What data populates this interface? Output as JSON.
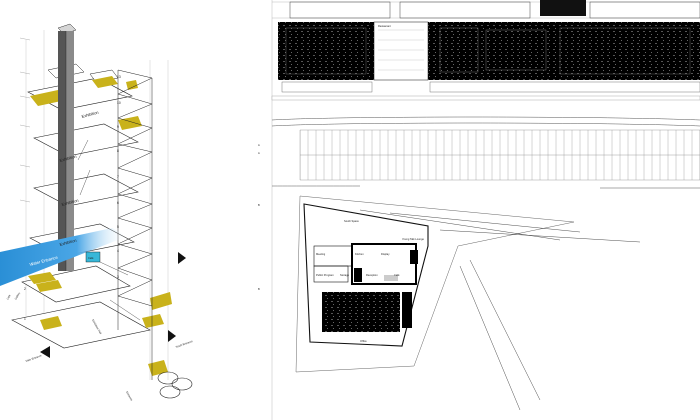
{
  "axon": {
    "floor_labels": [
      "Exhibition",
      "Exhibition",
      "Exhibition",
      "Exhibition"
    ],
    "water_label": "Water Entrance",
    "small_callout": "Café",
    "side_labels": [
      "Cafe",
      "Gallery",
      "Exhibition Hall"
    ],
    "bottom_labels": [
      "Main Entrance",
      "South Entrance",
      "Entrance"
    ],
    "floor_numbers": [
      "13",
      "10",
      "9",
      "8",
      "7",
      "6",
      "5",
      "4",
      "3",
      "2",
      "1"
    ]
  },
  "plan_top": {
    "room_label": "Restaurant"
  },
  "plan_bottom": {
    "rooms": [
      "South Space",
      "Meeting",
      "Kitchen",
      "Display",
      "Young Talk Lounge",
      "Public Program",
      "Storage",
      "Reception",
      "Café",
      "Office"
    ]
  },
  "markers": [
    "A",
    "A",
    "B",
    "B"
  ],
  "colors": {
    "accent": "#c9b21b",
    "water": "#2a8fd6",
    "ink": "#111111"
  }
}
